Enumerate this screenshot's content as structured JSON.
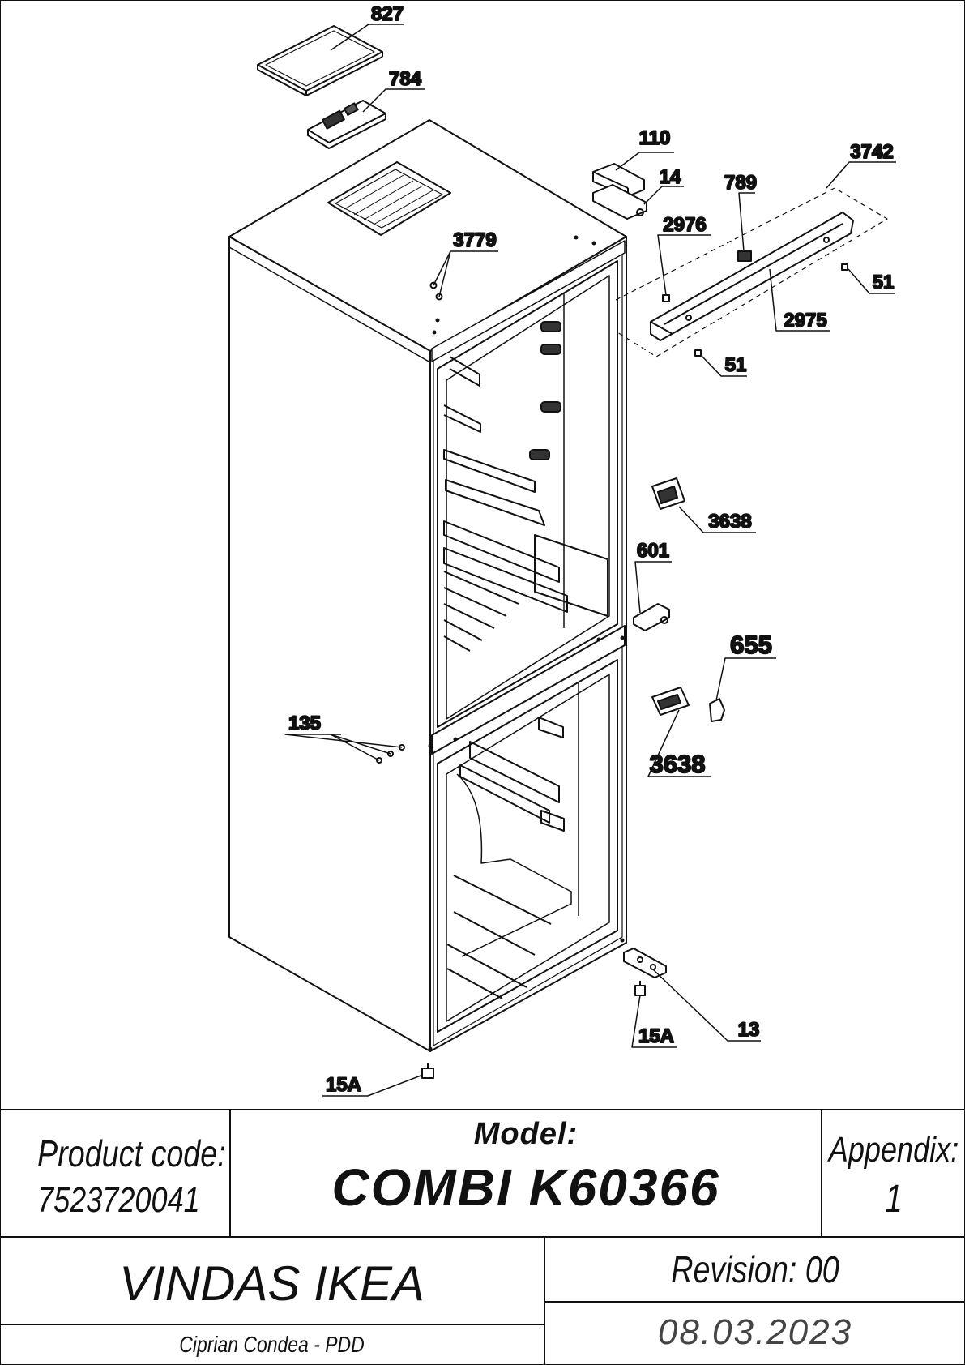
{
  "diagram": {
    "part_labels": {
      "p827": "827",
      "p784": "784",
      "p110": "110",
      "p14": "14",
      "p3742": "3742",
      "p789": "789",
      "p2976": "2976",
      "p3779": "3779",
      "p51_right": "51",
      "p2975": "2975",
      "p51_low": "51",
      "p3638_top": "3638",
      "p601": "601",
      "p655": "655",
      "p3638_bot": "3638",
      "p135": "135",
      "p13": "13",
      "p15A_right": "15A",
      "p15A_left": "15A"
    }
  },
  "title_block": {
    "product_code_label": "Product code:",
    "product_code_value": "7523720041",
    "model_label": "Model:",
    "model_value": "COMBI K60366",
    "appendix_label": "Appendix:",
    "appendix_value": "1",
    "product_name": "VINDAS IKEA",
    "revision": "Revision: 00",
    "author": "Ciprian Condea - PDD",
    "date": "08.03.2023"
  }
}
